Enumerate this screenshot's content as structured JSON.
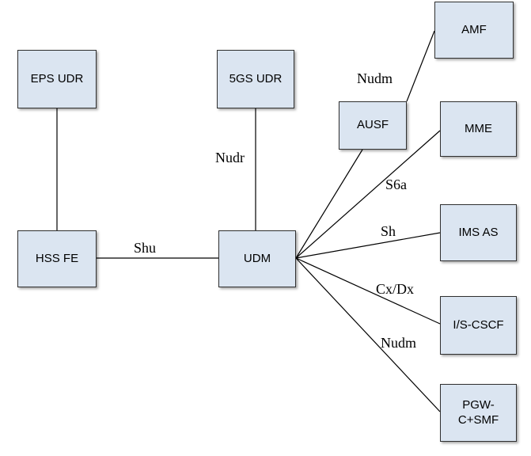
{
  "nodes": {
    "eps_udr": "EPS UDR",
    "hss_fe": "HSS FE",
    "gs_udr": "5GS UDR",
    "udm": "UDM",
    "ausf": "AUSF",
    "amf": "AMF",
    "mme": "MME",
    "ims_as": "IMS AS",
    "iscscf": "I/S-CSCF",
    "pgw_smf": "PGW-\nC+SMF"
  },
  "interfaces": {
    "shu": "Shu",
    "nudr": "Nudr",
    "nudm_amf": "Nudm",
    "s6a": "S6a",
    "sh": "Sh",
    "cxdx": "Cx/Dx",
    "nudm_pgw": "Nudm"
  },
  "colors": {
    "node_fill": "#dbe5f1",
    "node_border": "#303030",
    "line": "#000000"
  }
}
